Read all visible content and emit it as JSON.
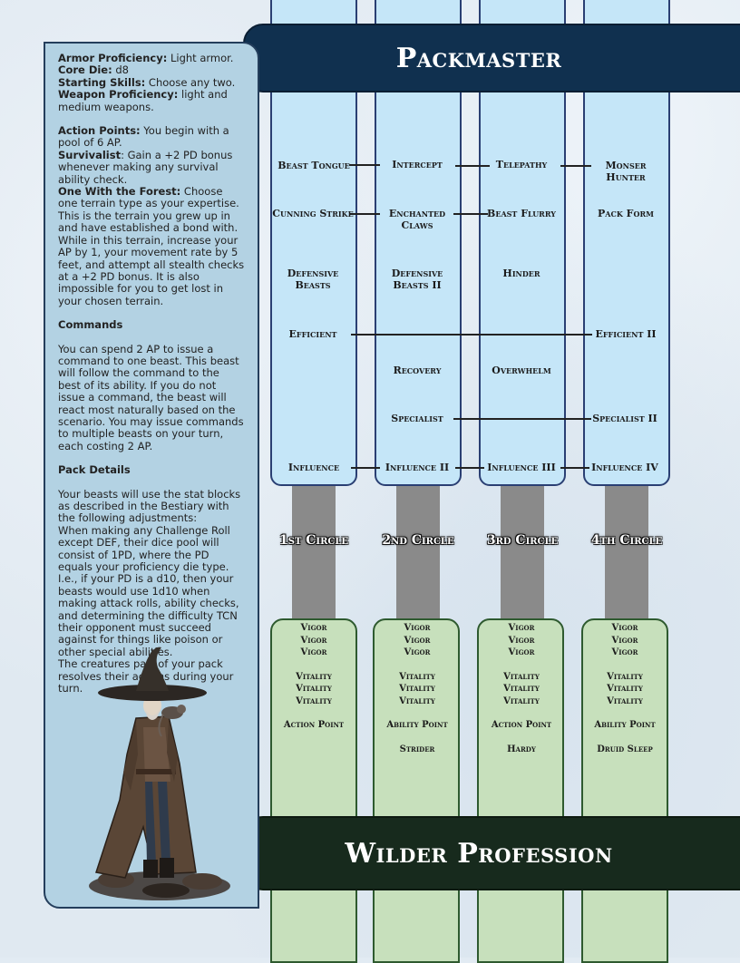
{
  "title": "Packmaster",
  "subtitle": "Wilder Profession",
  "sidebar": {
    "armor_label": "Armor Proficiency:",
    "armor_value": " Light armor.",
    "core_label": "Core Die:",
    "core_value": " d8",
    "skills_label": "Starting Skills:",
    "skills_value": " Choose any two.",
    "weapon_label": "Weapon Proficiency:",
    "weapon_value": " light and medium weapons.",
    "ap_label": "Action Points:",
    "ap_value": " You begin with a pool of 6 AP.",
    "surv_label": "Survivalist",
    "surv_value": ": Gain a +2 PD bonus whenever making any survival ability check.",
    "forest_label": "One With the Forest:",
    "forest_value": " Choose one terrain type as your expertise. This is the terrain you grew up in and have established a bond with. While in this terrain, increase your AP by 1, your movement rate by 5 feet, and attempt all stealth checks at a +2 PD bonus. It is also impossible for you to get lost in your chosen terrain.",
    "commands_heading": "Commands",
    "commands_text": "You can spend 2 AP to issue a command to one beast. This beast will follow the command to the best of its ability. If you do not issue a command, the beast will react most naturally based on the scenario. You may issue commands to multiple beasts on your turn, each costing 2 AP.",
    "pack_heading": "Pack Details",
    "pack_text1": "Your beasts will use the stat blocks as described in the Bestiary with the following adjustments:",
    "pack_text2": "When making any Challenge Roll except DEF, their dice pool will consist of 1PD, where the PD equals your proficiency die type. I.e., if your PD is a d10, then your beasts would use 1d10 when making attack rolls, ability checks, and determining the difficulty TCN their opponent must succeed against for things like poison or other special abilities.",
    "pack_text3": "The creatures part of your pack resolves their actions during your turn."
  },
  "talents": {
    "r1": [
      "Beast Tongue",
      "Intercept",
      "Telepathy",
      "Monser Hunter"
    ],
    "r2": [
      "Cunning Strike",
      "Enchanted Claws",
      "Beast Flurry",
      "Pack Form"
    ],
    "r3": [
      "Defensive Beasts",
      "Defensive Beasts II",
      "Hinder"
    ],
    "r4": [
      "Efficient",
      "Efficient II"
    ],
    "r5": [
      "Recovery",
      "Overwhelm"
    ],
    "r6": [
      "Specialist",
      "Specialist II"
    ],
    "r7": [
      "Influence",
      "Influence II",
      "Influence III",
      "Influence IV"
    ]
  },
  "circles": [
    "1st Circle",
    "2nd Circle",
    "3rd Circle",
    "4th Circle"
  ],
  "stats": {
    "vigor": "Vigor",
    "vitality": "Vitality",
    "extra1": [
      "Action Point",
      "Ability Point",
      "Action Point",
      "Ability Point"
    ],
    "extra2": [
      "",
      "Strider",
      "Hardy",
      "Druid Sleep"
    ]
  },
  "colors": {
    "banner_top": "#10304f",
    "banner_bottom": "#172a1d",
    "sidebar": "#b3d2e3",
    "talent_column": "#c5e6f8",
    "stat_column": "#c7e0bc",
    "circle_bar": "#8a8a8a"
  },
  "illustration": "wizard-with-hat-and-rats"
}
